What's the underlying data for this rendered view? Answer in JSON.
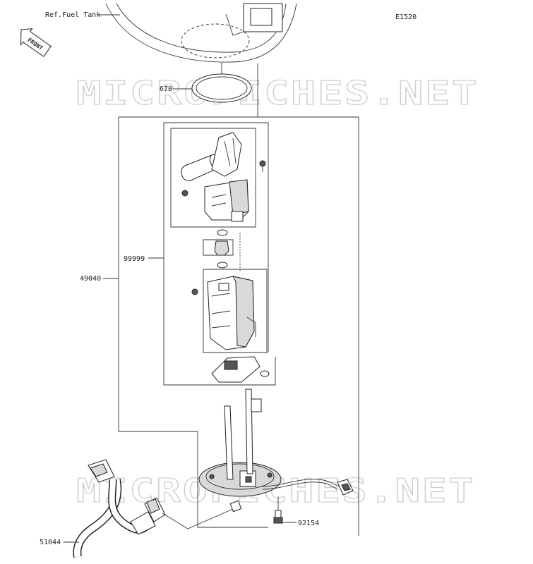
{
  "diagram": {
    "code": "E1520",
    "watermark": "MICROFICHES.NET",
    "front_arrow": "FRONT",
    "ref_label": "Ref.Fuel Tank",
    "parts": {
      "gasket": "670",
      "pump_subassembly": "99999",
      "pump_assembly": "49040",
      "hose": "51044",
      "bolt": "92154"
    }
  }
}
